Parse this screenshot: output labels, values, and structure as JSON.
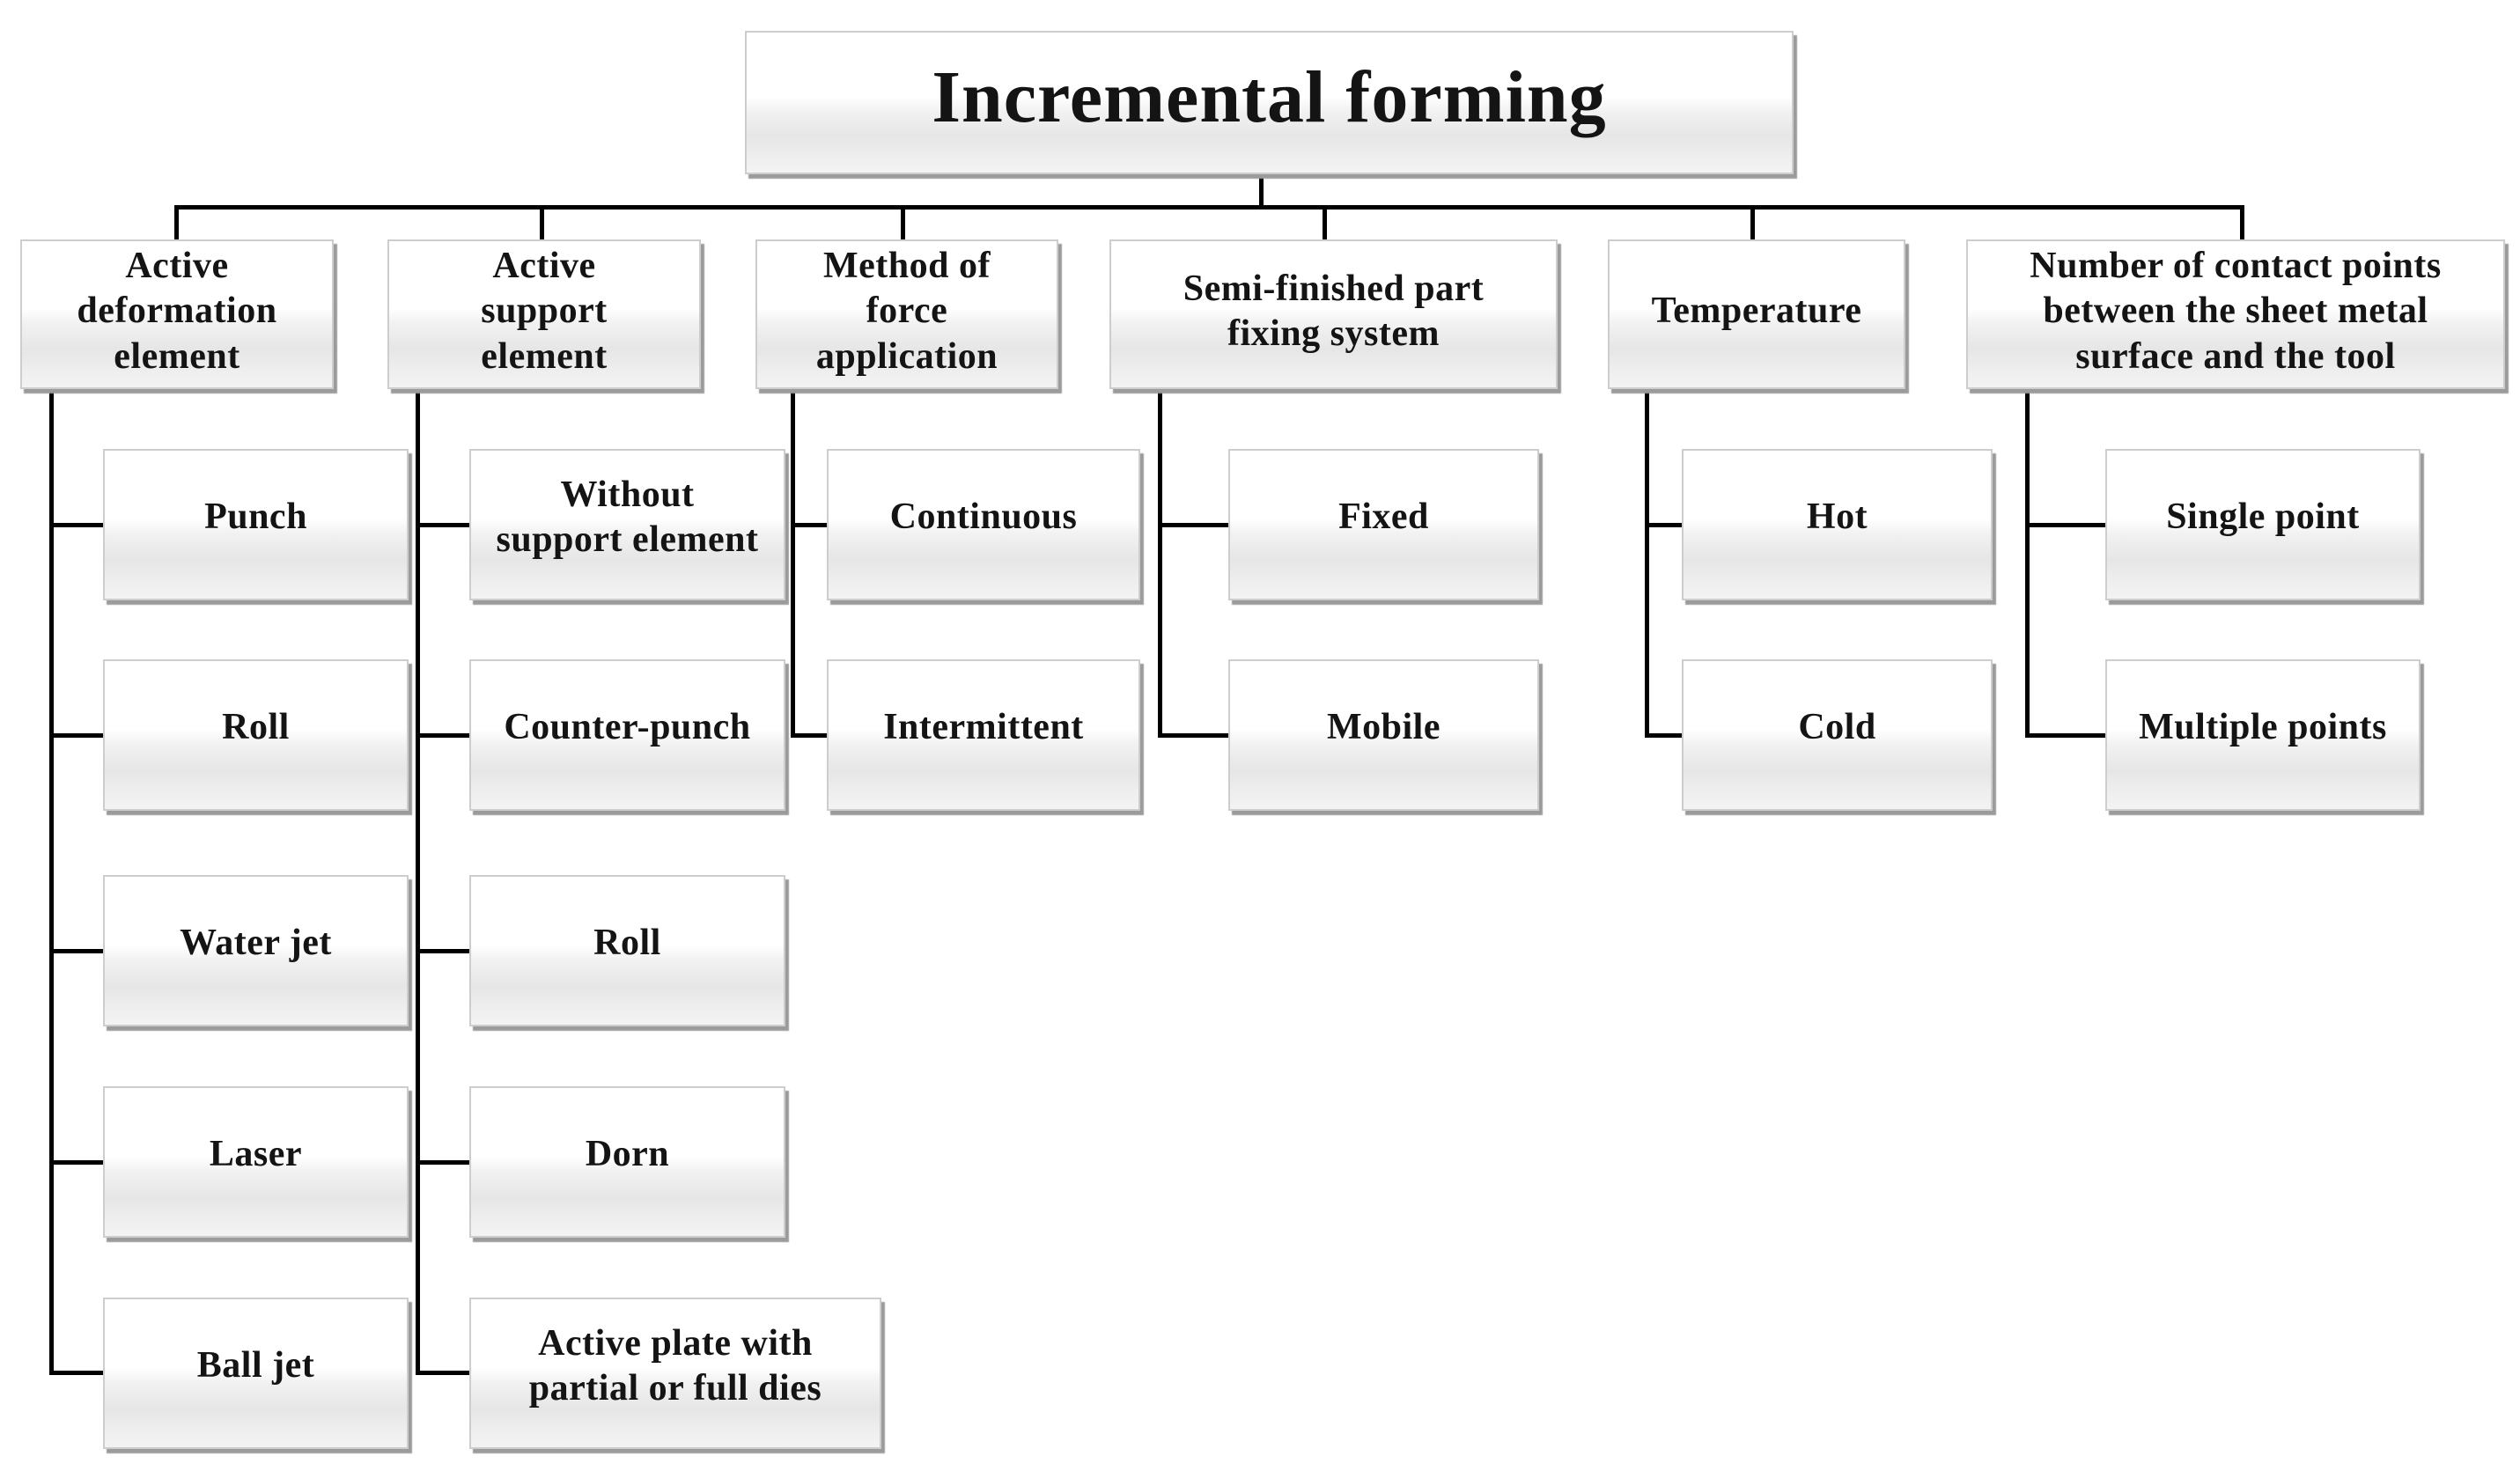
{
  "diagram": {
    "title": "Incremental forming",
    "columns": [
      {
        "label": "Active\ndeformation\nelement",
        "children": [
          "Punch",
          "Roll",
          "Water jet",
          "Laser",
          "Ball jet"
        ]
      },
      {
        "label": "Active\nsupport\nelement",
        "children": [
          "Without\nsupport element",
          "Counter-punch",
          "Roll",
          "Dorn",
          "Active plate with\npartial or full dies"
        ]
      },
      {
        "label": "Method of\nforce\napplication",
        "children": [
          "Continuous",
          "Intermittent"
        ]
      },
      {
        "label": "Semi-finished part\nfixing system",
        "children": [
          "Fixed",
          "Mobile"
        ]
      },
      {
        "label": "Temperature",
        "children": [
          "Hot",
          "Cold"
        ]
      },
      {
        "label": "Number of contact points\nbetween the sheet metal\nsurface and the tool",
        "children": [
          "Single point",
          "Multiple points"
        ]
      }
    ],
    "colors": {
      "line": "#000000",
      "box_border": "#cdcdcd",
      "box_shadow": "#9b9b9b",
      "text": "#141414",
      "background": "#ffffff"
    }
  }
}
